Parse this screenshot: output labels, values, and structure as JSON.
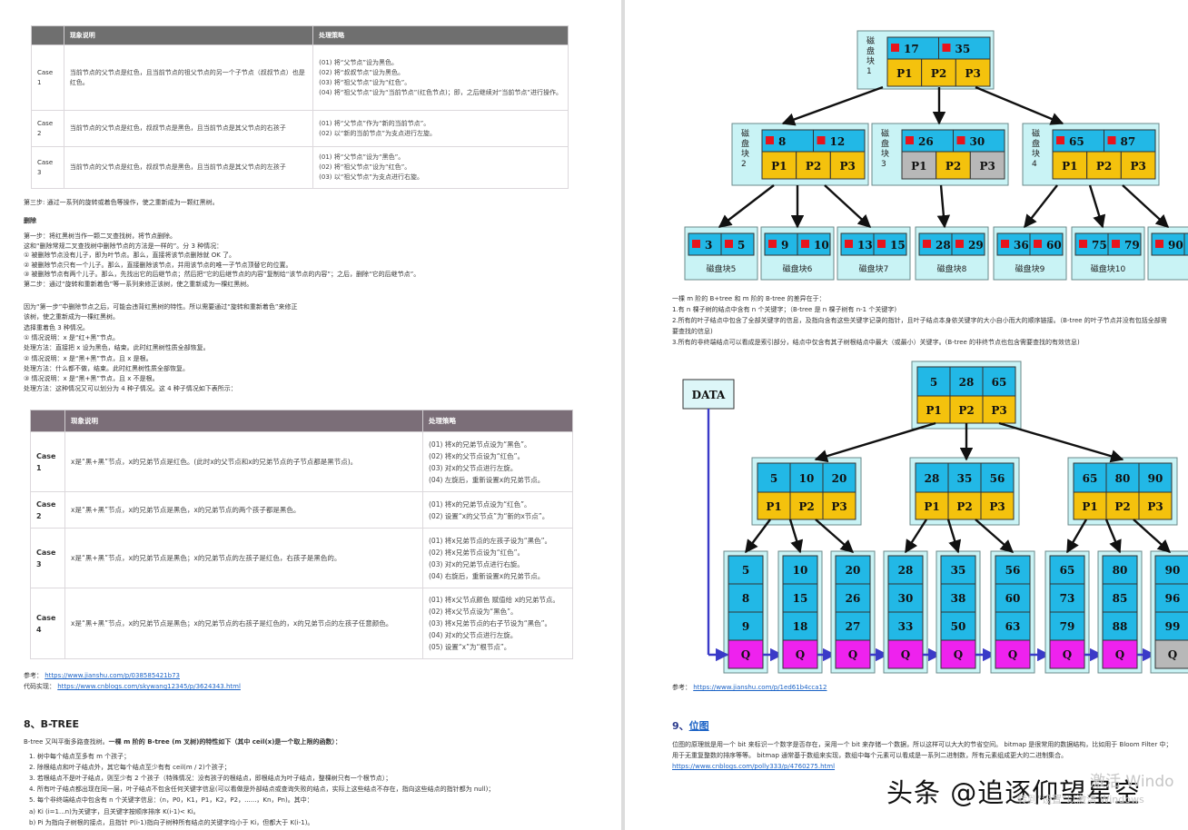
{
  "left": {
    "table1": {
      "headers": [
        "",
        "现象说明",
        "处理策略"
      ],
      "rows": [
        {
          "case": "Case 1",
          "desc": "当前节点的父节点是红色，且当前节点的祖父节点的另一个子节点（叔叔节点）也是红色。",
          "ops": [
            "(01) 将“父节点”设为黑色。",
            "(02) 将“叔叔节点”设为黑色。",
            "(03) 将“祖父节点”设为“红色”。",
            "(04) 将“祖父节点”设为“当前节点”(红色节点)；即，之后继续对“当前节点”进行操作。"
          ]
        },
        {
          "case": "Case 2",
          "desc": "当前节点的父节点是红色，叔叔节点是黑色，且当前节点是其父节点的右孩子",
          "ops": [
            "(01) 将“父节点”作为“新的当前节点”。",
            "(02) 以“新的当前节点”为支点进行左旋。"
          ]
        },
        {
          "case": "Case 3",
          "desc": "当前节点的父节点是红色，叔叔节点是黑色，且当前节点是其父节点的左孩子",
          "ops": [
            "(01) 将“父节点”设为“黑色”。",
            "(02) 将“祖父节点”设为“红色”。",
            "(03) 以“祖父节点”为支点进行右旋。"
          ]
        }
      ]
    },
    "step3": "第三步: 通过一系列的旋转或着色等操作，使之重新成为一颗红黑树。",
    "del_title": "删除",
    "del_lines": [
      "第一步：将红黑树当作一颗二叉查找树，将节点删除。",
      "这和“删除常规二叉查找树中删除节点的方法是一样的”。分 3 种情况：",
      "① 被删除节点没有儿子，即为叶节点。那么，直接将该节点删除就 OK 了。",
      "② 被删除节点只有一个儿子。那么，直接删除该节点，并用该节点的唯一子节点顶替它的位置。",
      "③ 被删除节点有两个儿子。那么，先找出它的后继节点；然后把“它的后继节点的内容”复制给“该节点的内容”；之后，删除“它的后继节点”。",
      "第二步：通过“旋转和重新着色”等一系列来修正该树，使之重新成为一棵红黑树。"
    ],
    "fix_lines": [
      "因为“第一步”中删除节点之后，可能会违背红黑树的特性。所以需要通过“旋转和重新着色”来修正",
      "该树，使之重新成为一棵红黑树。",
      "选择重着色 3 种情况。",
      "① 情况说明：x 是“红+黑”节点。",
      "处理方法：直接把 x 设为黑色，结束。此时红黑树性质全部恢复。",
      "② 情况说明：x 是“黑+黑”节点，且 x 是根。",
      "处理方法：什么都不做，结束。此时红黑树性质全部恢复。",
      "③ 情况说明：x 是“黑+黑”节点，且 x 不是根。",
      "处理方法：这种情况又可以划分为 4 种子情况。这 4 种子情况如下表所示："
    ],
    "table2": {
      "headers": [
        "",
        "现象说明",
        "处理策略"
      ],
      "rows": [
        {
          "case": "Case 1",
          "desc": "x是“黑+黑”节点，x的兄弟节点是红色。(此时x的父节点和x的兄弟节点的子节点都是黑节点)。",
          "ops": [
            "(01) 将x的兄弟节点设为“黑色”。",
            "(02) 将x的父节点设为“红色”。",
            "(03) 对x的父节点进行左旋。",
            "(04) 左旋后，重新设置x的兄弟节点。"
          ]
        },
        {
          "case": "Case 2",
          "desc": "x是“黑+黑”节点，x的兄弟节点是黑色，x的兄弟节点的两个孩子都是黑色。",
          "ops": [
            "(01) 将x的兄弟节点设为“红色”。",
            "(02) 设置“x的父节点”为“新的x节点”。"
          ]
        },
        {
          "case": "Case 3",
          "desc": "x是“黑+黑”节点，x的兄弟节点是黑色；x的兄弟节点的左孩子是红色，右孩子是黑色的。",
          "ops": [
            "(01) 将x兄弟节点的左孩子设为“黑色”。",
            "(02) 将x兄弟节点设为“红色”。",
            "(03) 对x的兄弟节点进行右旋。",
            "(04) 右旋后，重新设置x的兄弟节点。"
          ]
        },
        {
          "case": "Case 4",
          "desc": "x是“黑+黑”节点，x的兄弟节点是黑色；x的兄弟节点的右孩子是红色的，x的兄弟节点的左孩子任意颜色。",
          "ops": [
            "(01) 将x父节点颜色 赋值给 x的兄弟节点。",
            "(02) 将x父节点设为“黑色”。",
            "(03) 将x兄弟节点的右子节设为“黑色”。",
            "(04) 对x的父节点进行左旋。",
            "(05) 设置“x”为“根节点”。"
          ]
        }
      ]
    },
    "ref_label": "参考：",
    "ref_url": "https://www.jianshu.com/p/038585421b73",
    "code_label": "代码实现：",
    "code_url": "https://www.cnblogs.com/skywang12345/p/3624343.html",
    "sec8_title": "8、B-TREE",
    "sec8_intro_pre": "B-tree 又叫平衡多路查找树。",
    "sec8_intro_bold": "一棵 m 阶的 B-tree (m 叉树)的特性如下（其中 ceil(x)是一个取上限的函数）：",
    "sec8_items": [
      "1. 树中每个结点至多有 m 个孩子；",
      "2. 除根结点和叶子结点外，其它每个结点至少有有 ceil(m / 2)个孩子；",
      "3. 若根结点不是叶子结点，则至少有 2 个孩子（特殊情况：没有孩子的根结点，即根结点为叶子结点，整棵树只有一个根节点）；",
      "4. 所有叶子结点都出现在同一层，叶子结点不包含任何关键字信息(可以看做是外部结点或查询失败的结点，实际上这些结点不存在，指向这些结点的指针都为 null)；",
      "5. 每个非终端结点中包含有 n 个关键字信息：(n，P0，K1，P1，K2，P2，......，Kn，Pn)。其中：",
      "   a) Ki (i=1...n)为关键字，且关键字按顺序排序 K(i-1)< Ki。",
      "   b) Pi 为指向子树根的接点，且指针 P(i-1)指向子树种所有结点的关键字均小于 Ki，但都大于 K(i-1)。"
    ]
  },
  "right": {
    "btree1": {
      "root": {
        "label": "磁盘块1",
        "keys": [
          "17",
          "35"
        ],
        "ptrs": [
          "P1",
          "P2",
          "P3"
        ]
      },
      "mid": [
        {
          "label": "磁盘块2",
          "keys": [
            "8",
            "12"
          ],
          "ptrs": [
            "P1",
            "P2",
            "P3"
          ]
        },
        {
          "label": "磁盘块3",
          "keys": [
            "26",
            "30"
          ],
          "ptrs": [
            "P1",
            "P2",
            "P3"
          ]
        },
        {
          "label": "磁盘块4",
          "keys": [
            "65",
            "87"
          ],
          "ptrs": [
            "P1",
            "P2",
            "P3"
          ]
        }
      ],
      "leaves": [
        {
          "label": "磁盘块5",
          "keys": [
            "3",
            "5"
          ]
        },
        {
          "label": "磁盘块6",
          "keys": [
            "9",
            "10"
          ]
        },
        {
          "label": "磁盘块7",
          "keys": [
            "13",
            "15"
          ]
        },
        {
          "label": "磁盘块8",
          "keys": [
            "28",
            "29"
          ]
        },
        {
          "label": "磁盘块9",
          "keys": [
            "36",
            "60"
          ]
        },
        {
          "label": "磁盘块10",
          "keys": [
            "75",
            "79"
          ]
        },
        {
          "label": "",
          "keys": [
            "90",
            ""
          ]
        }
      ]
    },
    "bplus_title": "一棵 m 阶的 B+tree 和 m 阶的 B-tree 的差异在于：",
    "bplus_lines": [
      "1.有 n 棵子树的结点中含有 n 个关键字；（B-tree 是 n 棵子树有 n-1 个关键字)",
      "2.所有的叶子结点中包含了全部关键字的信息，及指向含有这些关键字记录的指针，且叶子结点本身依关键字的大小自小而大的顺序链接。（B-tree 的叶子节点并没有包括全部需",
      "要查找的信息)",
      "3.所有的非终端结点可以看成是索引部分，结点中仅含有其子树根结点中最大（或最小）关键字。(B-tree 的非终节点也包含需要查找的有效信息)"
    ],
    "btree2": {
      "data_label": "DATA",
      "root": {
        "keys": [
          "5",
          "28",
          "65"
        ],
        "ptrs": [
          "P1",
          "P2",
          "P3"
        ]
      },
      "mid": [
        {
          "keys": [
            "5",
            "10",
            "20"
          ],
          "ptrs": [
            "P1",
            "P2",
            "P3"
          ]
        },
        {
          "keys": [
            "28",
            "35",
            "56"
          ],
          "ptrs": [
            "P1",
            "P2",
            "P3"
          ]
        },
        {
          "keys": [
            "65",
            "80",
            "90"
          ],
          "ptrs": [
            "P1",
            "P2",
            "P3"
          ]
        }
      ],
      "leaves": [
        {
          "keys": [
            "5",
            "8",
            "9"
          ]
        },
        {
          "keys": [
            "10",
            "15",
            "18"
          ]
        },
        {
          "keys": [
            "20",
            "26",
            "27"
          ]
        },
        {
          "keys": [
            "28",
            "30",
            "33"
          ]
        },
        {
          "keys": [
            "35",
            "38",
            "50"
          ]
        },
        {
          "keys": [
            "56",
            "60",
            "63"
          ]
        },
        {
          "keys": [
            "65",
            "73",
            "79"
          ]
        },
        {
          "keys": [
            "80",
            "85",
            "88"
          ]
        },
        {
          "keys": [
            "90",
            "96",
            "99"
          ]
        }
      ],
      "leaf_ptr": "Q"
    },
    "ref_label": "参考：",
    "ref_url": "https://www.jianshu.com/p/1ed61b4cca12",
    "sec9_prefix": "9、",
    "sec9_title": "位图",
    "sec9_lines": [
      "位图的原理就是用一个 bit 来标识一个数字是否存在，采用一个 bit 来存储一个数据，所以这样可以大大的节省空间。 bitmap 是很常用的数据结构，比如用于 Bloom Filter 中；",
      "用于无重复整数的排序等等。 bitmap 通常基于数组来实现，数组中每个元素可以看成是一系列二进制数，所有元素组成更大的二进制集合。"
    ],
    "sec9_url": "https://www.cnblogs.com/polly333/p/4760275.html",
    "watermark": "头条 @追逐仰望星空",
    "activate_text": "激活 Windo",
    "activate_sub": "转到\"设置\"以激活 Windows"
  },
  "colors": {
    "node_cyan": "#22b8e6",
    "node_yellow": "#f4c20d",
    "node_gray": "#b8b8b8",
    "node_magenta": "#ee22ee",
    "block_bg": "#c9f3f5",
    "key_marker": "#e8141c",
    "arrow_blue": "#3a3ac8",
    "table_header": "#7b6e78"
  }
}
